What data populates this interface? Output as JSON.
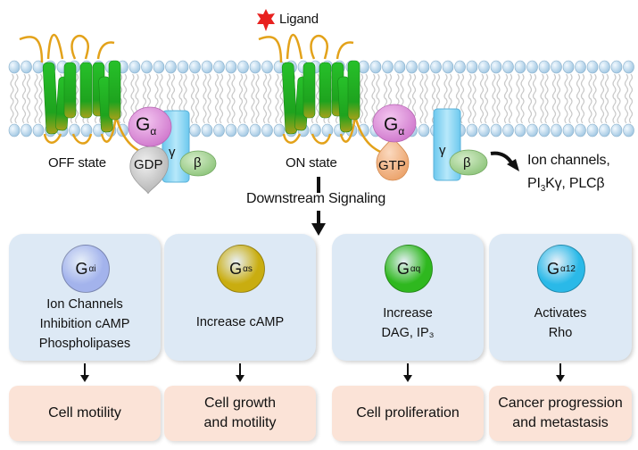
{
  "title_ligand": "Ligand",
  "off_state": {
    "label": "OFF state",
    "g_alpha": "G",
    "g_alpha_sub": "α",
    "nucleotide": "GDP",
    "gamma": "γ",
    "beta": "β"
  },
  "on_state": {
    "label": "ON state",
    "g_alpha": "G",
    "g_alpha_sub": "α",
    "nucleotide": "GTP",
    "gamma": "γ",
    "beta": "β"
  },
  "effectors": {
    "line1": "Ion channels,",
    "line2_pre": "PI",
    "line2_sub": "3",
    "line2_post": "Kγ, PLCβ"
  },
  "downstream_label": "Downstream Signaling",
  "pathways": [
    {
      "name": "G",
      "sub": "αi",
      "color": "#a3b3ec",
      "desc": [
        "Ion Channels",
        "Inhibition cAMP",
        "Phospholipases"
      ],
      "outcome": [
        "Cell motility"
      ]
    },
    {
      "name": "G",
      "sub": "αs",
      "color": "#c9ad10",
      "desc": [
        "Increase cAMP"
      ],
      "outcome": [
        "Cell growth",
        "and motility"
      ]
    },
    {
      "name": "G",
      "sub": "αq",
      "color": "#2fb81f",
      "desc": [
        "Increase",
        "DAG, IP₃"
      ],
      "outcome": [
        "Cell proliferation"
      ]
    },
    {
      "name": "G",
      "sub": "α12",
      "color": "#2ab9e8",
      "desc": [
        "Activates",
        "Rho"
      ],
      "outcome": [
        "Cancer progression",
        "and metastasis"
      ]
    }
  ],
  "colors": {
    "receptor_green": "#22b822",
    "loop_gold": "#e3a21a",
    "lipid_head": "#bcd9ee",
    "g_alpha_pink": "#e39be0",
    "gamma_blue": "#8fd6f3",
    "beta_green": "#a9d69b",
    "gdp_gray": "#c9c9c9",
    "gtp_orange": "#f3b586",
    "ligand_red": "#e8211f",
    "pathway_bg": "#dde9f5",
    "outcome_bg": "#fbe3d7"
  }
}
